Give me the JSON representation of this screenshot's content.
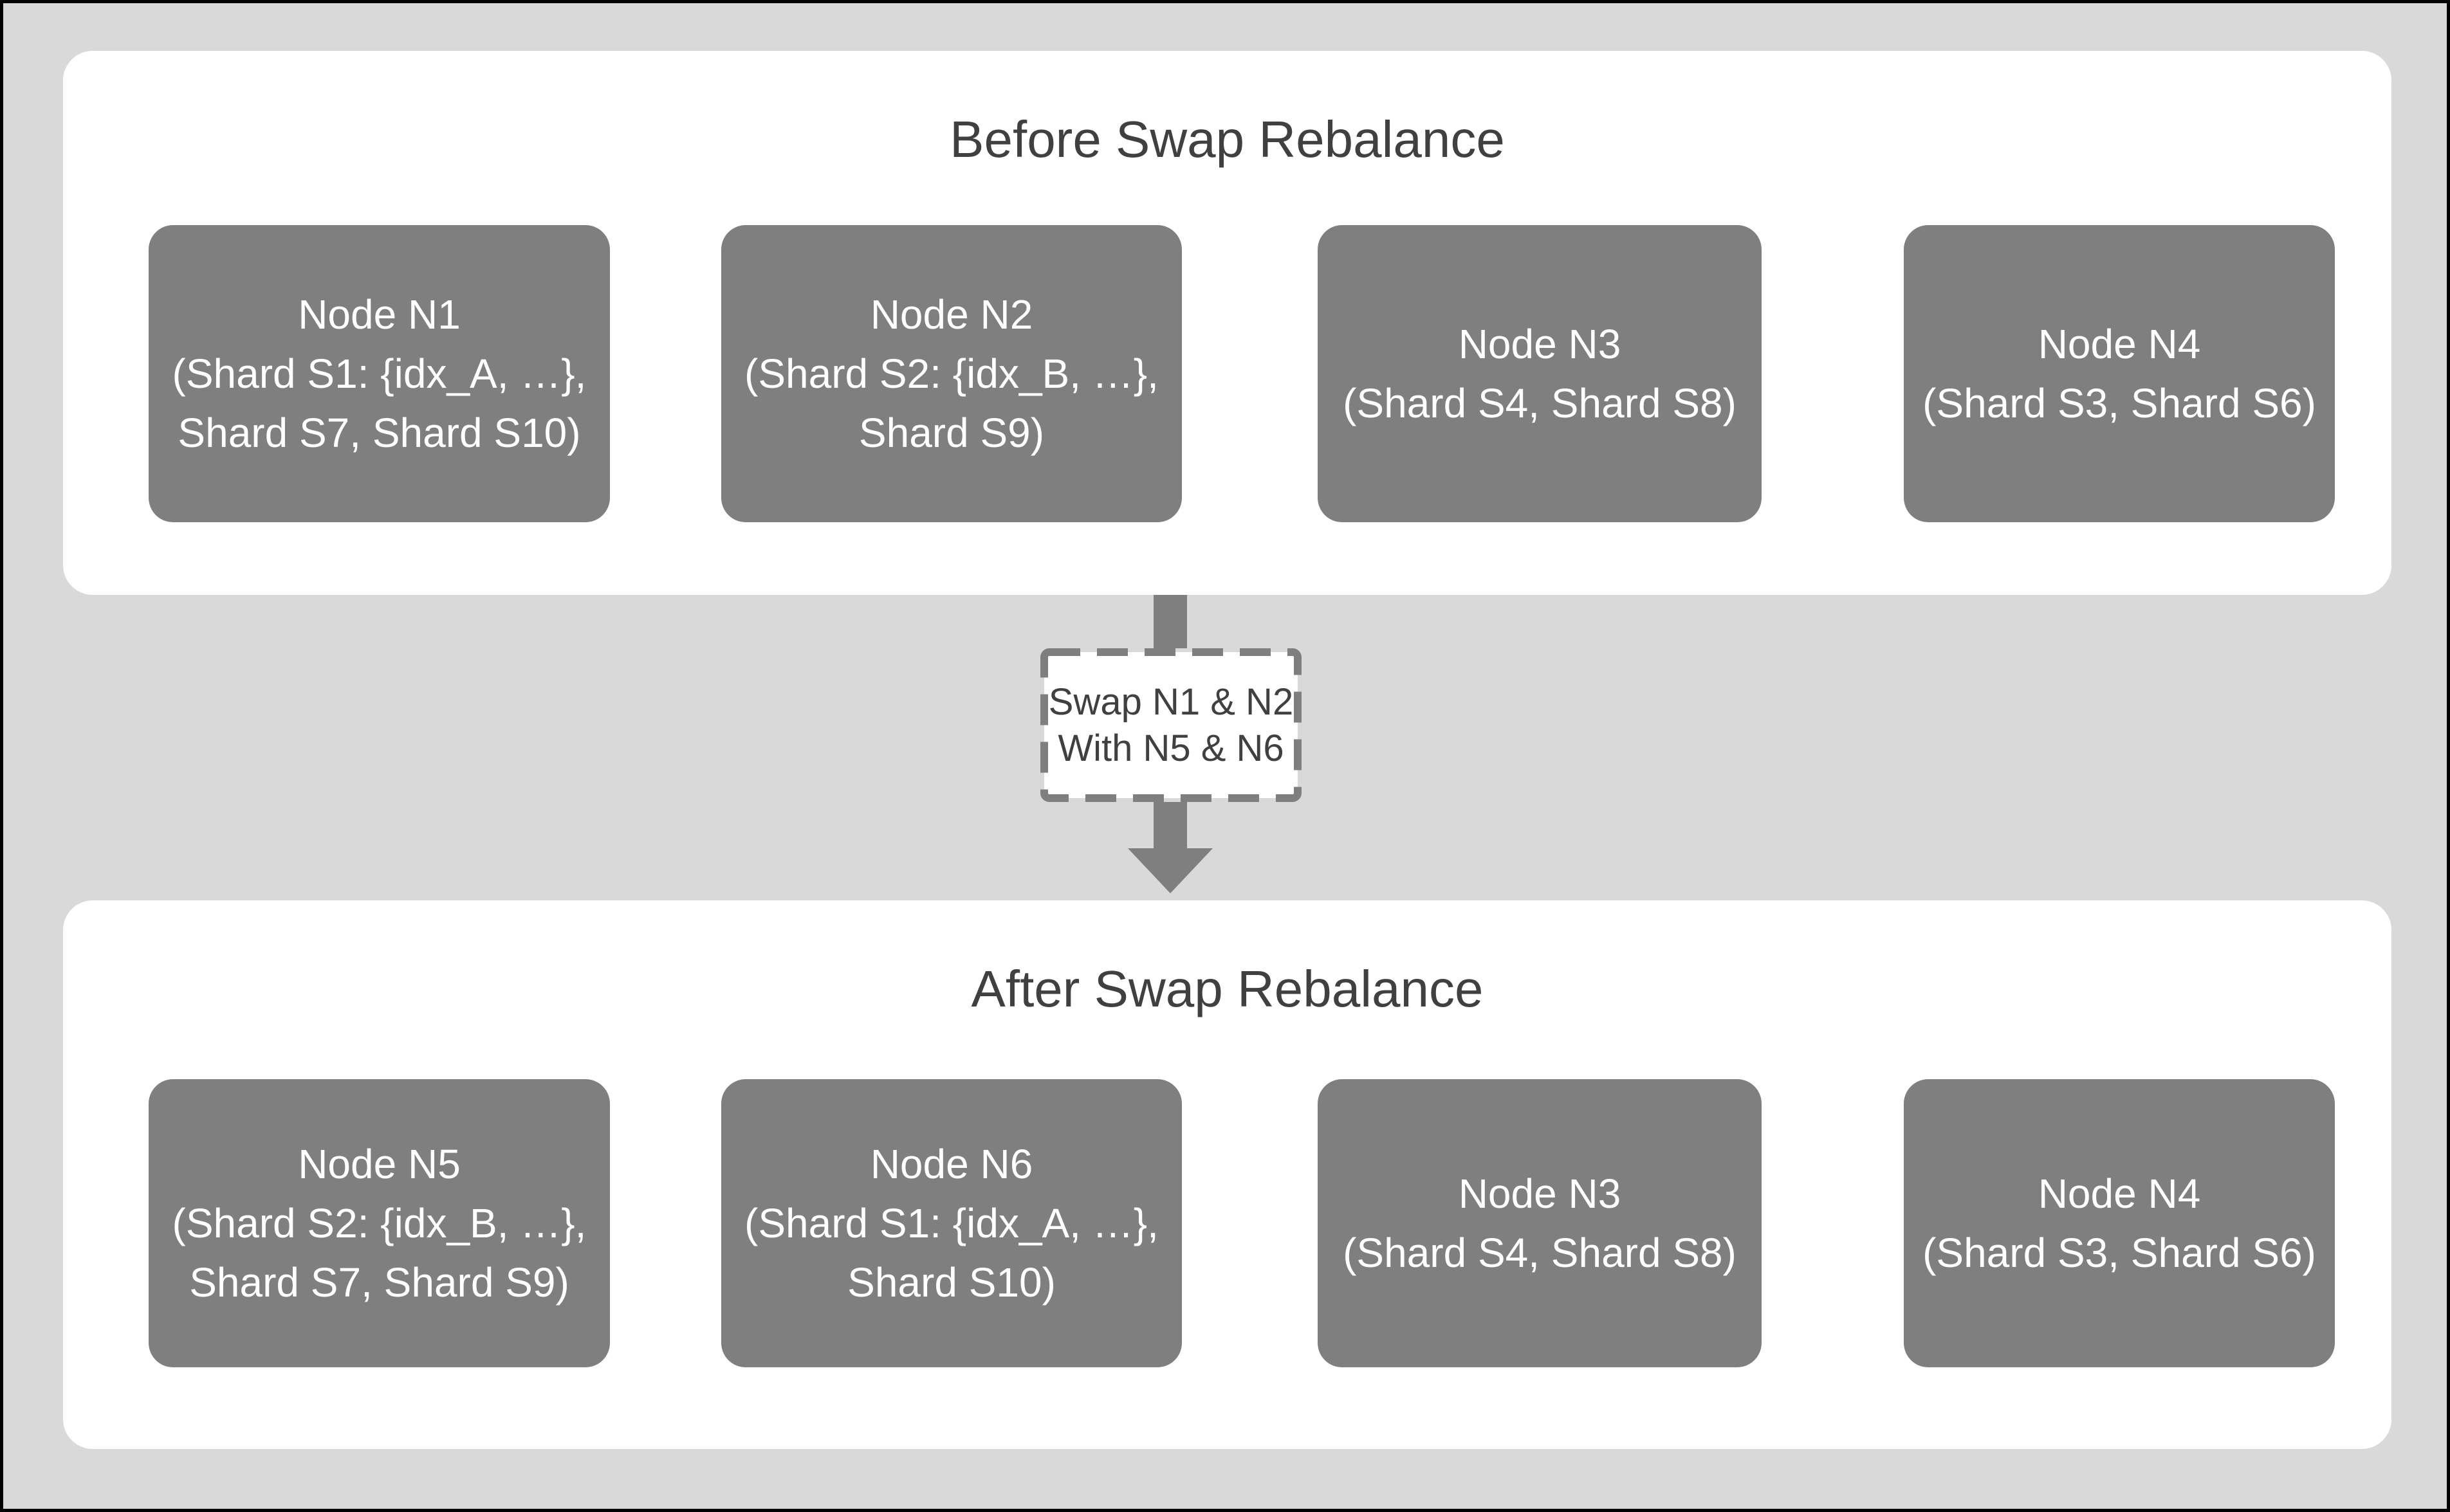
{
  "diagram": {
    "colors": {
      "background": "#d9d9d9",
      "panel": "#ffffff",
      "node_box": "#7f7f7f",
      "node_text": "#ffffff",
      "title_text": "#404040",
      "arrow": "#7f7f7f",
      "frame": "#000000"
    },
    "before": {
      "title": "Before Swap Rebalance",
      "nodes": [
        {
          "line1": "Node N1",
          "line2": "(Shard S1: {idx_A, …},",
          "line3": "Shard S7, Shard S10)"
        },
        {
          "line1": "Node N2",
          "line2": "(Shard S2: {idx_B, …},",
          "line3": "Shard S9)"
        },
        {
          "line1": "Node N3",
          "line2": "(Shard S4, Shard S8)"
        },
        {
          "line1": "Node N4",
          "line2": "(Shard S3, Shard S6)"
        }
      ]
    },
    "swap": {
      "line1": "Swap N1 & N2",
      "line2": "With N5 & N6"
    },
    "after": {
      "title": "After Swap Rebalance",
      "nodes": [
        {
          "line1": "Node N5",
          "line2": "(Shard S2: {idx_B, …},",
          "line3": "Shard S7, Shard S9)"
        },
        {
          "line1": "Node N6",
          "line2": "(Shard S1: {idx_A, …},",
          "line3": "Shard S10)"
        },
        {
          "line1": "Node N3",
          "line2": "(Shard S4, Shard S8)"
        },
        {
          "line1": "Node N4",
          "line2": "(Shard S3, Shard S6)"
        }
      ]
    }
  }
}
